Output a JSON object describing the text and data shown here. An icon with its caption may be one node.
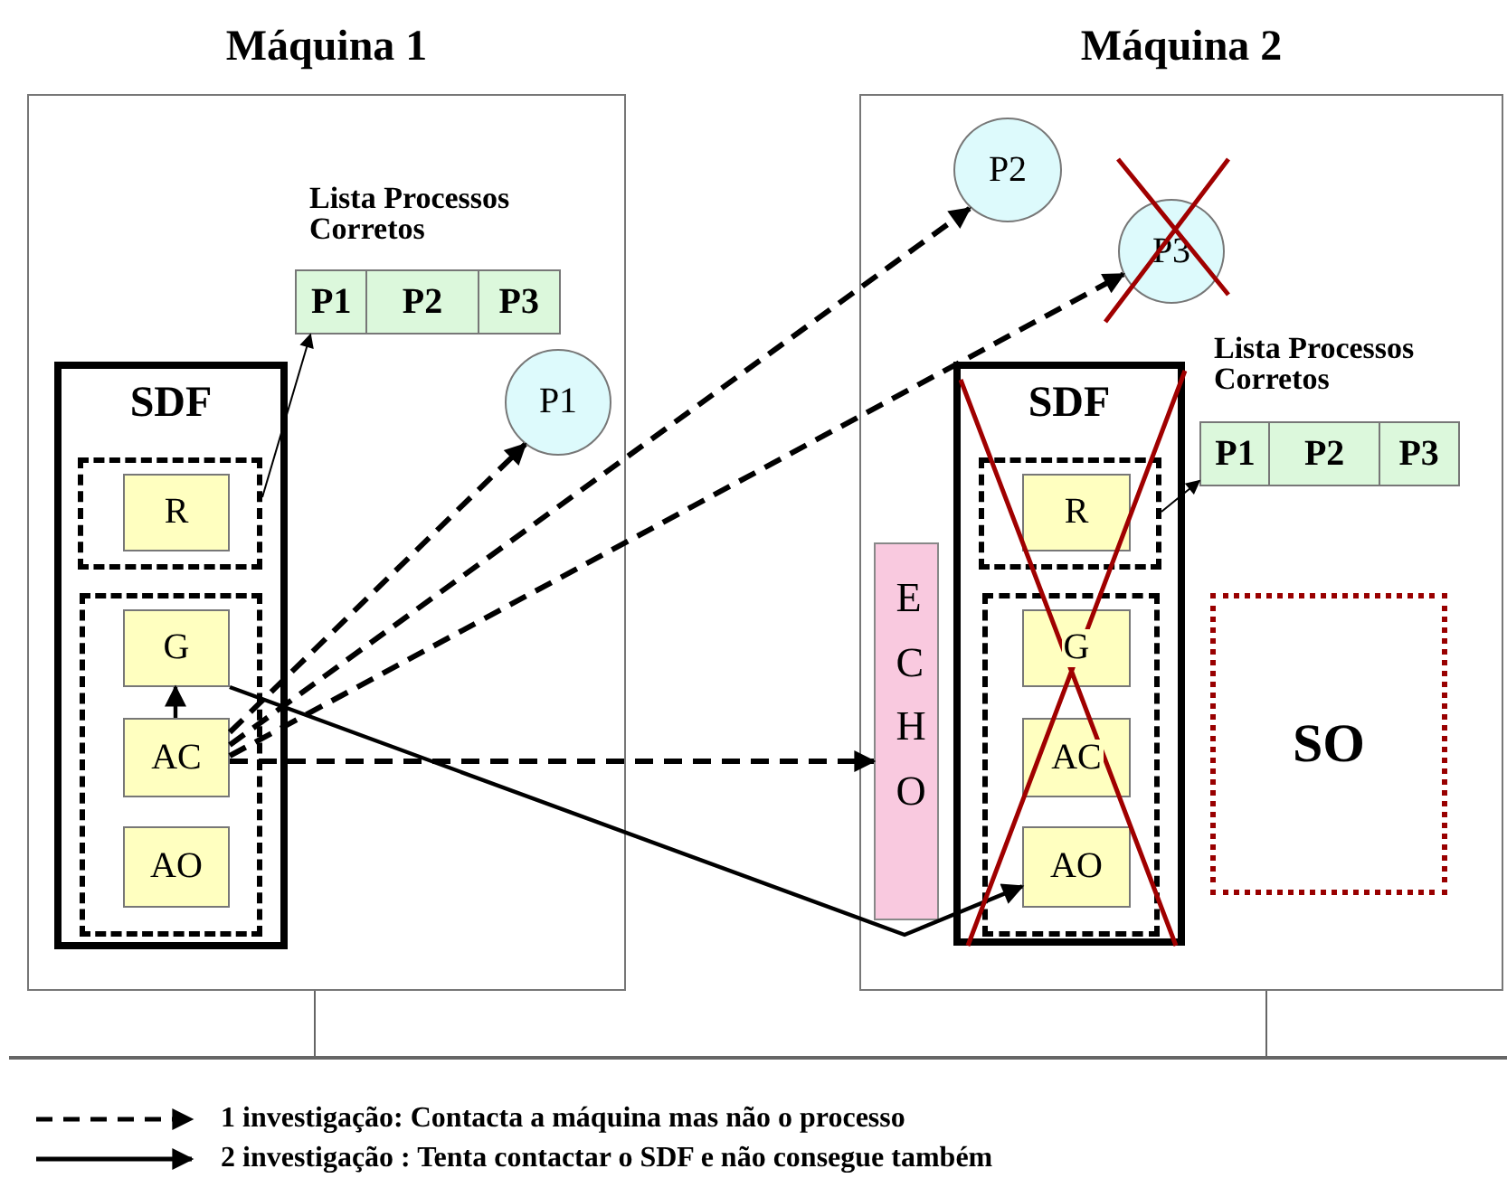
{
  "diagram": {
    "nodes": [
      {
        "text": [
          "Máquina 1"
        ]
      },
      {
        "text": [
          "Lista Processos Corretos",
          "P1",
          "P2",
          "P3"
        ],
        "in": 0
      },
      {
        "text": [
          "P1"
        ],
        "in": 0
      },
      {
        "text": [
          "SDF"
        ],
        "in": 0
      },
      {
        "text": [],
        "shape": "box",
        "in": 3
      },
      {
        "text": [
          "R"
        ],
        "in": 4
      },
      {
        "text": [],
        "shape": "box",
        "in": 3
      },
      {
        "text": [
          "G"
        ],
        "in": 6
      },
      {
        "text": [
          "AC"
        ],
        "in": 6
      },
      {
        "text": [
          "AO"
        ],
        "in": 6
      },
      {
        "text": [
          "Máquina 2"
        ]
      },
      {
        "text": [
          "P2"
        ],
        "in": 10
      },
      {
        "text": [
          "P3"
        ],
        "in": 10
      },
      {
        "text": [
          "SDF"
        ],
        "in": 10
      },
      {
        "text": [],
        "shape": "box",
        "in": 13
      },
      {
        "text": [
          "R"
        ],
        "in": 14
      },
      {
        "text": [],
        "shape": "box",
        "in": 13
      },
      {
        "text": [
          "G"
        ],
        "in": 16
      },
      {
        "text": [
          "AC"
        ],
        "in": 16
      },
      {
        "text": [
          "AO"
        ],
        "in": 16
      },
      {
        "text": [
          "Lista Processos Corretos",
          "P1",
          "P2",
          "P3"
        ],
        "in": 10
      },
      {
        "text": [
          "ECHO"
        ],
        "in": 10
      },
      {
        "text": [
          "SO"
        ],
        "in": 10
      },
      {
        "text": [],
        "shape": "bar"
      }
    ],
    "edges": [
      {
        "from": 8,
        "to": 7,
        "arrow": "to"
      },
      {
        "from": 8,
        "to": 2,
        "arrow": "to",
        "style": "dashed"
      },
      {
        "from": 8,
        "to": 11,
        "arrow": "to",
        "style": "dashed"
      },
      {
        "from": 8,
        "to": 12,
        "arrow": "to",
        "style": "dashed"
      },
      {
        "from": 8,
        "to": 21,
        "arrow": "to",
        "style": "dashed"
      },
      {
        "from": 7,
        "to": 19,
        "arrow": "to"
      },
      {
        "from": 4,
        "to": 1,
        "arrow": "to"
      },
      {
        "from": 14,
        "to": 20,
        "arrow": "to"
      },
      {
        "from": 0,
        "to": 23,
        "arrow": "none",
        "color": "#666666"
      },
      {
        "from": 10,
        "to": 23,
        "arrow": "none",
        "color": "#666666"
      }
    ],
    "legend": [
      {
        "text": "1 investigação: Contacta a máquina mas não o processo"
      },
      {
        "text": "2 investigação : Tenta contactar o SDF e não consegue também"
      }
    ]
  }
}
